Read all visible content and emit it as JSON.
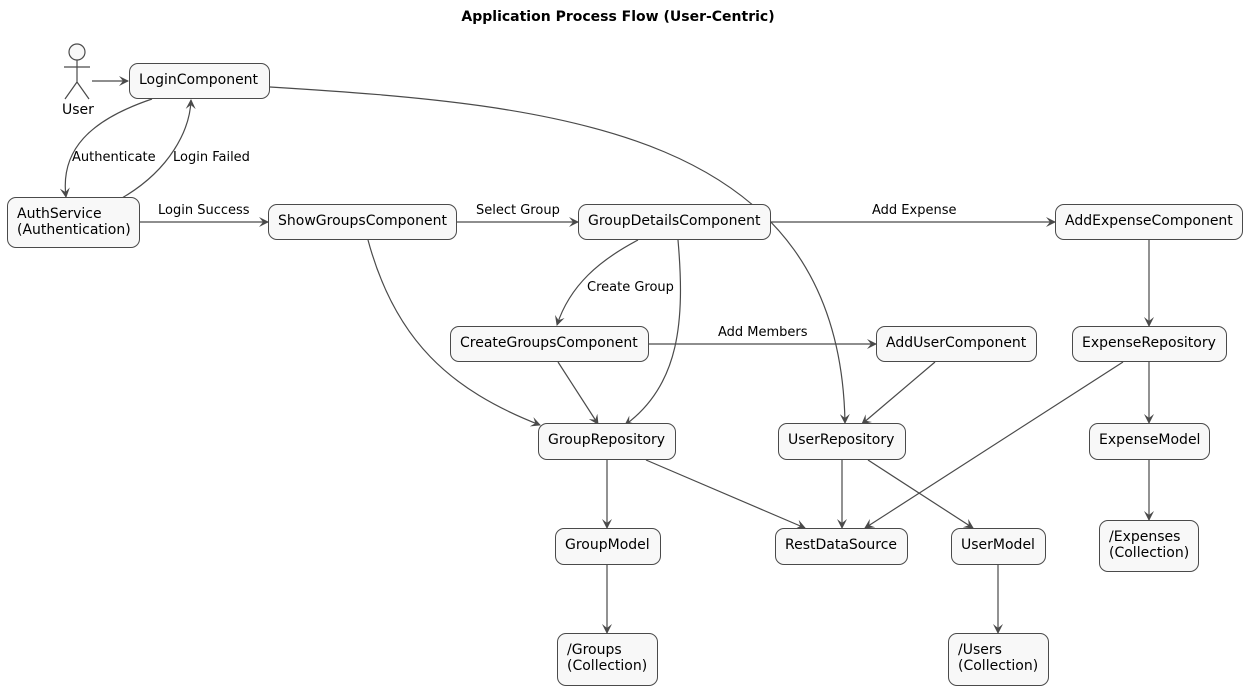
{
  "title": "Application Process Flow (User-Centric)",
  "actor": {
    "name": "User",
    "icon": "stick-figure-icon"
  },
  "nodes": {
    "login": "LoginComponent",
    "auth": "AuthService\n(Authentication)",
    "showGroups": "ShowGroupsComponent",
    "groupDetails": "GroupDetailsComponent",
    "addExpense": "AddExpenseComponent",
    "createGroups": "CreateGroupsComponent",
    "addUser": "AddUserComponent",
    "expenseRepo": "ExpenseRepository",
    "groupRepo": "GroupRepository",
    "userRepo": "UserRepository",
    "expenseModel": "ExpenseModel",
    "groupModel": "GroupModel",
    "restData": "RestDataSource",
    "userModel": "UserModel",
    "expensesColl": "/Expenses\n(Collection)",
    "groupsColl": "/Groups\n(Collection)",
    "usersColl": "/Users\n(Collection)"
  },
  "edge_labels": {
    "authenticate": "Authenticate",
    "loginFailed": "Login Failed",
    "loginSuccess": "Login Success",
    "selectGroup": "Select Group",
    "addExpense": "Add Expense",
    "createGroup": "Create Group",
    "addMembers": "Add Members"
  },
  "colors": {
    "node_fill": "#f8f8f8",
    "stroke": "#4a4a4a",
    "text": "#000000"
  }
}
